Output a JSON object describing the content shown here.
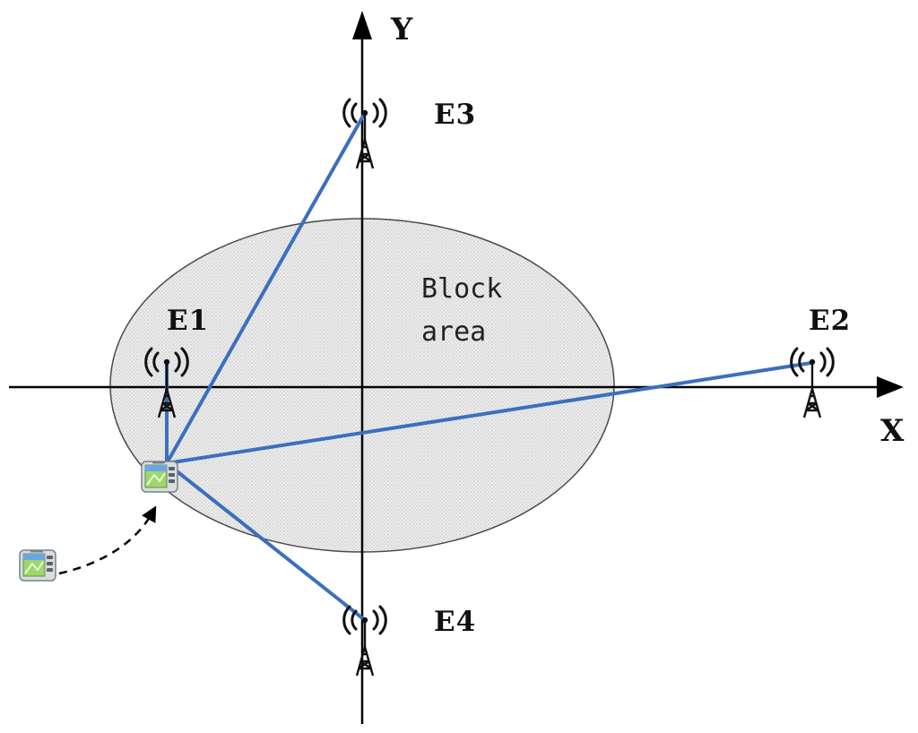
{
  "axes": {
    "x_label": "X",
    "y_label": "Y"
  },
  "block_area": {
    "line1": "Block",
    "line2": "area"
  },
  "stations": [
    {
      "id": "E1",
      "label": "E1"
    },
    {
      "id": "E2",
      "label": "E2"
    },
    {
      "id": "E3",
      "label": "E3"
    },
    {
      "id": "E4",
      "label": "E4"
    }
  ],
  "colors": {
    "link": "#3b6fbf",
    "block_fill": "#e6e6e6",
    "axis": "#000000"
  },
  "icons": {
    "station": "radio-tower-icon",
    "target": "gps-device-icon",
    "previous_position": "gps-device-icon",
    "movement": "dashed-curved-arrow"
  }
}
